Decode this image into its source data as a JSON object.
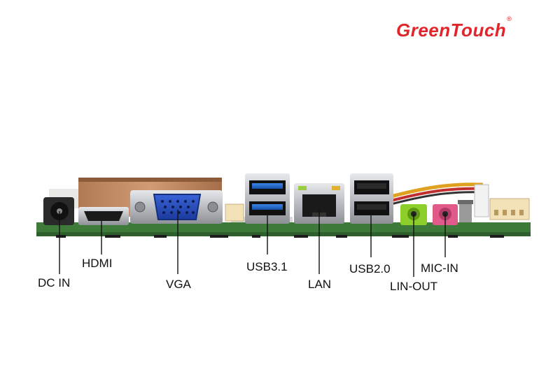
{
  "brand": {
    "name": "GreenTouch",
    "mark": "®",
    "color": "#e0262b"
  },
  "ports": {
    "dc_in": "DC IN",
    "hdmi": "HDMI",
    "vga": "VGA",
    "usb31": "USB3.1",
    "lan": "LAN",
    "usb20": "USB2.0",
    "lin_out": "LIN-OUT",
    "mic_in": "MIC-IN"
  },
  "colors": {
    "pcb": "#3e7a3a",
    "vga": "#2648b8",
    "usb3": "#1d64c9",
    "line_out": "#8ccf2a",
    "mic_in": "#e05a8a",
    "metal": "#c9ccd0"
  }
}
